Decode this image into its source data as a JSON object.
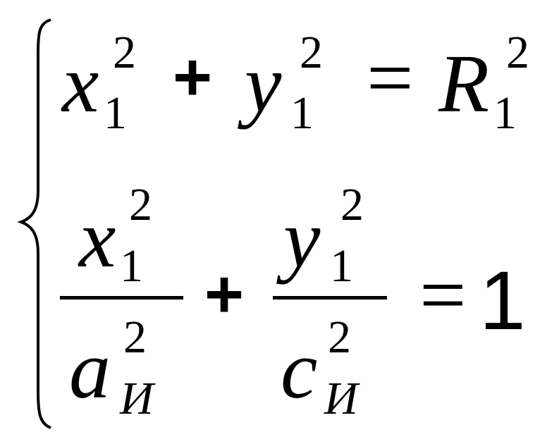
{
  "system": {
    "row1": {
      "x": "x",
      "x_sub": "1",
      "x_sup": "2",
      "plus": "+",
      "y": "y",
      "y_sub": "1",
      "y_sup": "2",
      "equals": "=",
      "R": "R",
      "R_sub": "1",
      "R_sup": "2"
    },
    "row2": {
      "frac1": {
        "num": "x",
        "num_sub": "1",
        "num_sup": "2",
        "den": "a",
        "den_sub": "И",
        "den_sup": "2"
      },
      "plus": "+",
      "frac2": {
        "num": "y",
        "num_sub": "1",
        "num_sup": "2",
        "den": "c",
        "den_sub": "И",
        "den_sup": "2"
      },
      "equals": "=",
      "rhs": "1"
    }
  }
}
